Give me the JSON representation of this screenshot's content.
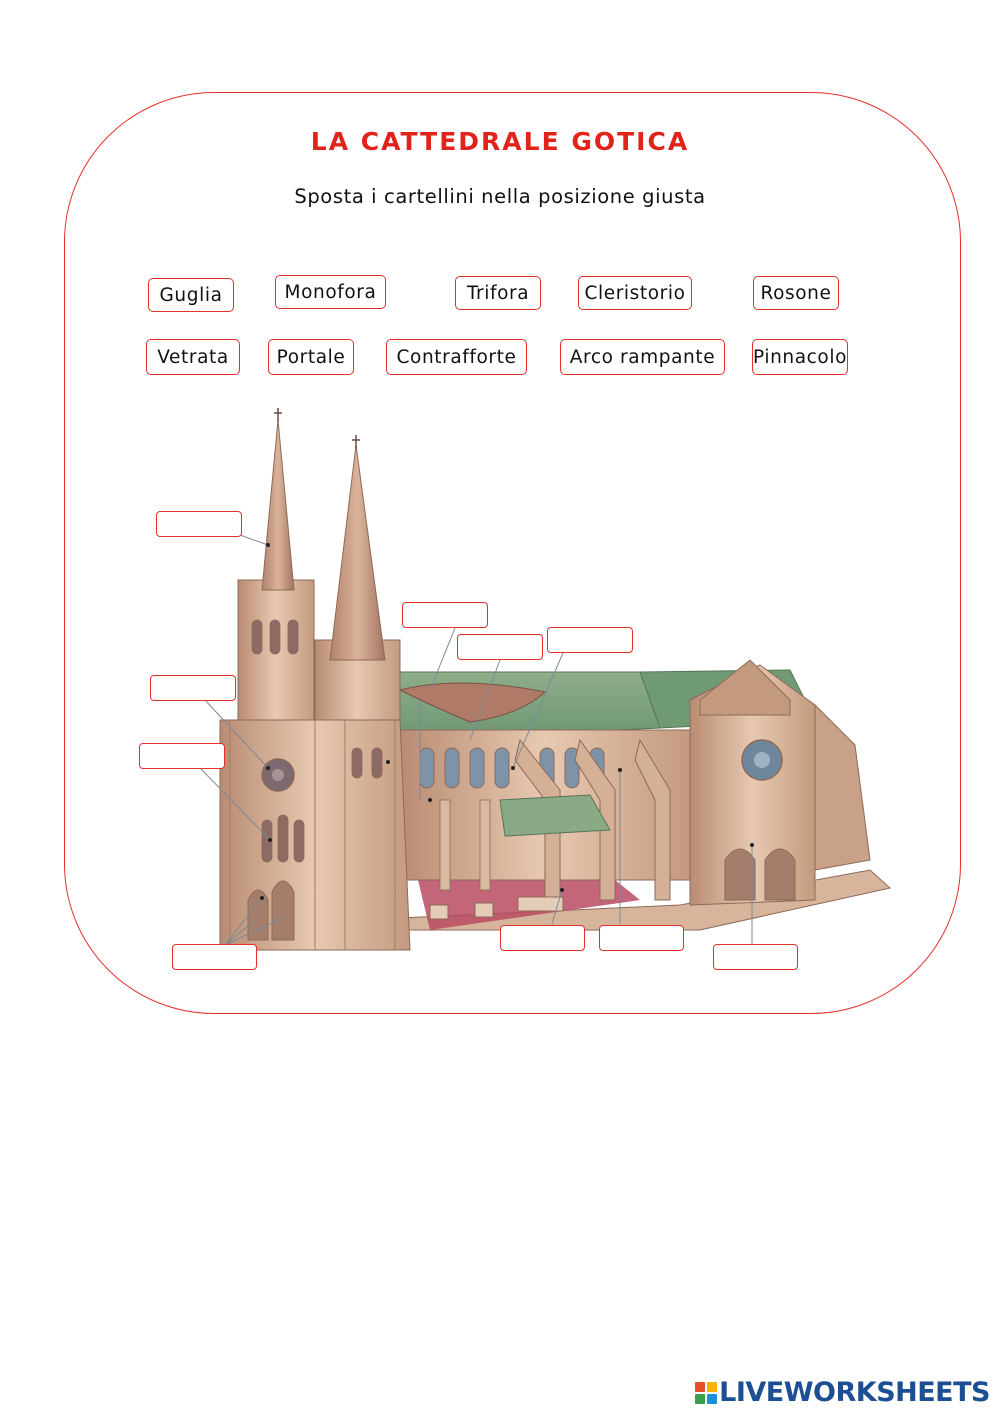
{
  "worksheet": {
    "title": "LA CATTEDRALE GOTICA",
    "instruction": "Sposta i cartellini nella posizione giusta"
  },
  "labels": {
    "guglia": "Guglia",
    "monofora": "Monofora",
    "trifora": "Trifora",
    "cleristorio": "Cleristorio",
    "rosone": "Rosone",
    "vetrata": "Vetrata",
    "portale": "Portale",
    "contrafforte": "Contrafforte",
    "arco_rampante": "Arco rampante",
    "pinnacolo": "Pinnacolo"
  },
  "colors": {
    "accent": "#e2312b",
    "brand": "#1c4e93"
  },
  "footer": {
    "brand_text": "LIVEWORKSHEETS"
  }
}
